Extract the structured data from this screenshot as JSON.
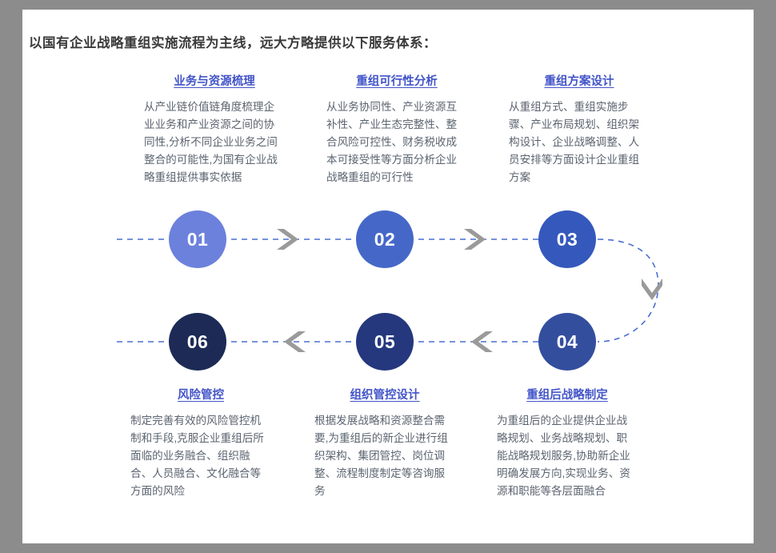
{
  "page": {
    "title": "以国有企业战略重组实施流程为主线，远大方略提供以下服务体系：",
    "frame_color": "#8c8c8c",
    "card_background": "#ffffff",
    "heading_color": "#4254c8",
    "body_text_color": "#5b6470",
    "connector_color": "#4a6fd0",
    "arrow_color": "#9a9a9a"
  },
  "steps": [
    {
      "number": "01",
      "heading": "业务与资源梳理",
      "body": "从产业链价值链角度梳理企业业务和产业资源之间的协同性,分析不同企业业务之间整合的可能性,为国有企业战略重组提供事实依据",
      "color": "#6b81dc",
      "row": "top"
    },
    {
      "number": "02",
      "heading": "重组可行性分析",
      "body": "从业务协同性、产业资源互补性、产业生态完整性、整合风险可控性、财务税收成本可接受性等方面分析企业战略重组的可行性",
      "color": "#4568c8",
      "row": "top"
    },
    {
      "number": "03",
      "heading": "重组方案设计",
      "body": "从重组方式、重组实施步骤、产业布局规划、组织架构设计、企业战略调整、人员安排等方面设计企业重组方案",
      "color": "#3558bc",
      "row": "top"
    },
    {
      "number": "04",
      "heading": "重组后战略制定",
      "body": "为重组后的企业提供企业战略规划、业务战略规划、职能战略规划服务,协助新企业明确发展方向,实现业务、资源和职能等各层面融合",
      "color": "#344e9e",
      "row": "bottom"
    },
    {
      "number": "05",
      "heading": "组织管控设计",
      "body": "根据发展战略和资源整合需要,为重组后的新企业进行组织架构、集团管控、岗位调整、流程制度制定等咨询服务",
      "color": "#25387e",
      "row": "bottom"
    },
    {
      "number": "06",
      "heading": "风险管控",
      "body": "制定完善有效的风险管控机制和手段,克服企业重组后所面临的业务融合、组织融合、人员融合、文化融合等方面的风险",
      "color": "#1c2a55",
      "row": "bottom"
    }
  ]
}
